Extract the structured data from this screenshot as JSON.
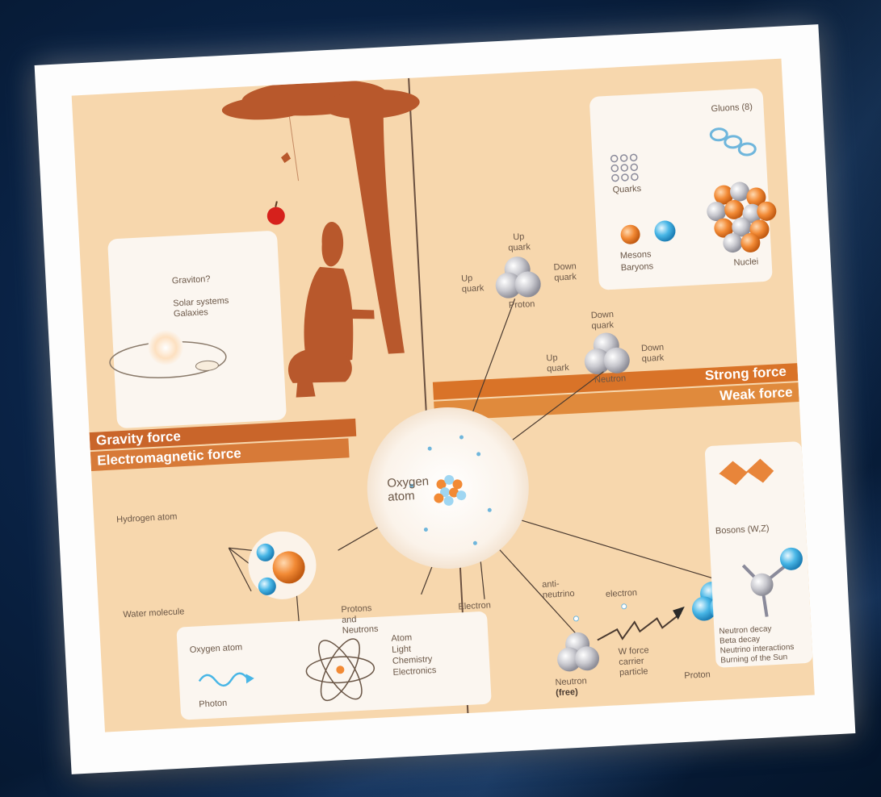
{
  "gravity_panel": {
    "line1": "Graviton?",
    "line2": "Solar systems",
    "line3": "Galaxies"
  },
  "strong_panel": {
    "gluons": "Gluons (8)",
    "quarks": "Quarks",
    "mesons": "Mesons",
    "baryons": "Baryons",
    "nuclei": "Nuclei"
  },
  "proton_top": {
    "up_top": "Up",
    "up_top2": "quark",
    "up_left": "Up",
    "up_left2": "quark",
    "down": "Down",
    "down2": "quark",
    "name": "Proton"
  },
  "neutron_mid": {
    "down_top": "Down",
    "down_top2": "quark",
    "up_left": "Up",
    "up_left2": "quark",
    "down_right": "Down",
    "down_right2": "quark",
    "name": "Neutron"
  },
  "bands": {
    "strong": "Strong force",
    "weak": "Weak force",
    "gravity": "Gravity force",
    "em": "Electromagnetic force"
  },
  "center": {
    "oxygen": "Oxygen",
    "atom": "atom"
  },
  "water": {
    "hydrogen": "Hydrogen atom",
    "water": "Water molecule",
    "oxygen": "Oxygen atom"
  },
  "nucleus_labels": {
    "protons": "Protons",
    "and": "and",
    "neutrons": "Neutrons",
    "electron": "Electron"
  },
  "beta": {
    "anti": "anti-",
    "neutrino": "neutrino",
    "electron": "electron",
    "w1": "W force",
    "w2": "carrier",
    "w3": "particle",
    "neutron": "Neutron",
    "free": "(free)",
    "proton": "Proton"
  },
  "weak_panel": {
    "bosons": "Bosons (W,Z)",
    "l1": "Neutron decay",
    "l2": "Beta decay",
    "l3": "Neutrino interactions",
    "l4": "Burning of the Sun"
  },
  "em_panel": {
    "photon": "Photon",
    "l1": "Atom",
    "l2": "Light",
    "l3": "Chemistry",
    "l4": "Electronics"
  }
}
